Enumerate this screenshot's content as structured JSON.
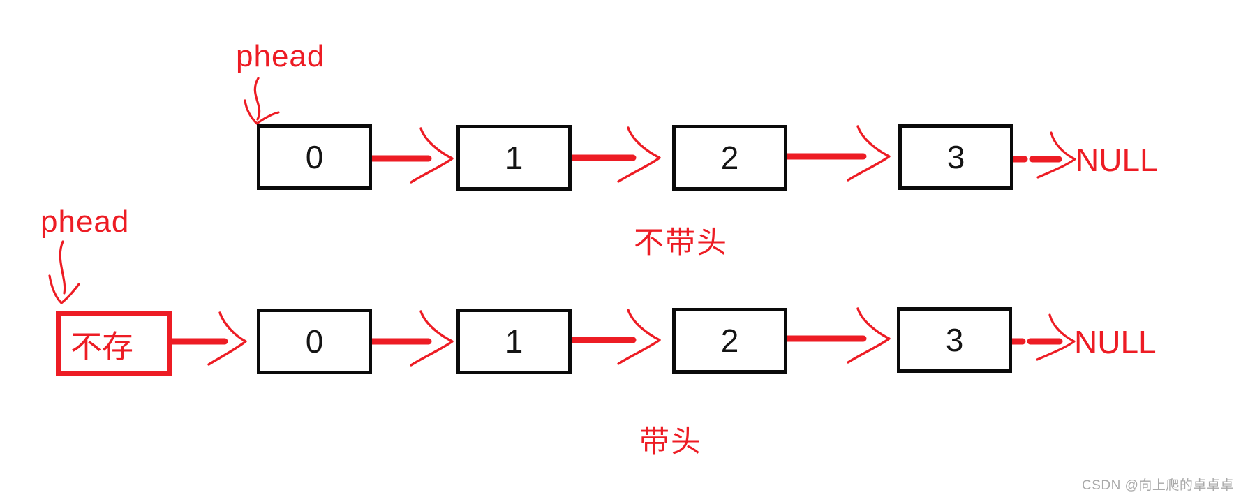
{
  "colors": {
    "ink_red": "#ed1c24",
    "ink_black": "#0a0a0a",
    "watermark_gray": "#a9a9a9",
    "background": "#ffffff"
  },
  "top_list": {
    "pointer_label": "phead",
    "nodes": [
      "0",
      "1",
      "2",
      "3"
    ],
    "terminator": "NULL",
    "caption": "不带头"
  },
  "bottom_list": {
    "pointer_label": "phead",
    "head_node_label": "不存",
    "nodes": [
      "0",
      "1",
      "2",
      "3"
    ],
    "terminator": "NULL",
    "caption": "带头"
  },
  "watermark": "CSDN @向上爬的卓卓卓"
}
